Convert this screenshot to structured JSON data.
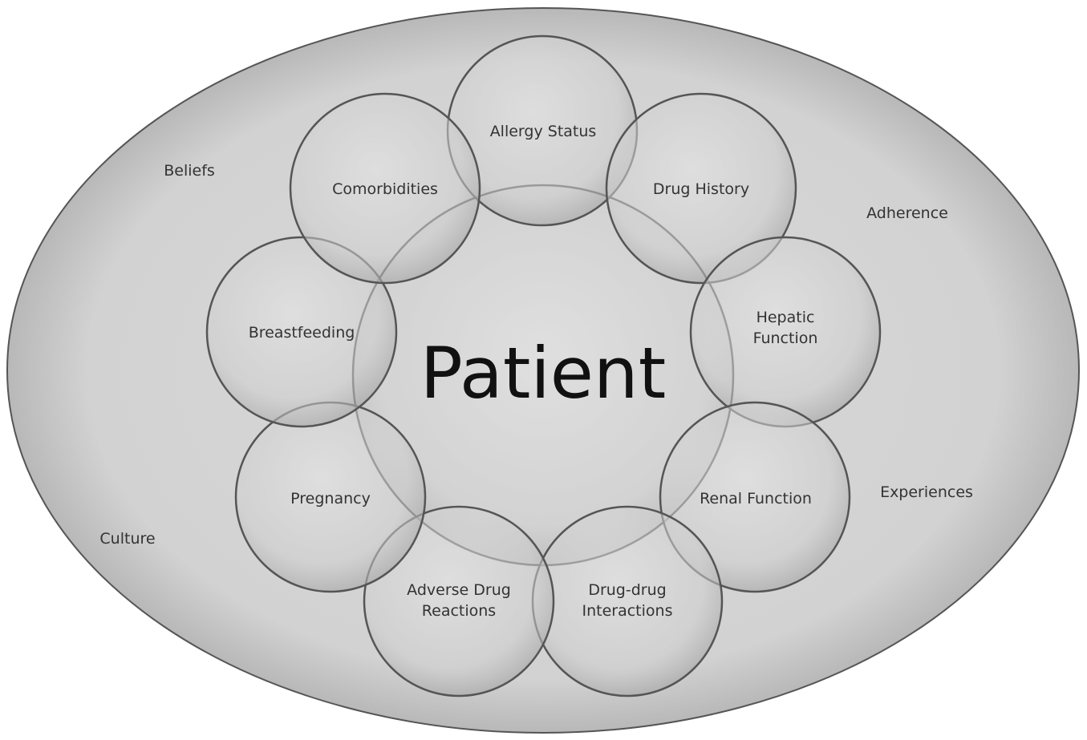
{
  "center": {
    "label": "Patient"
  },
  "factors": [
    {
      "key": "allergy",
      "lines": [
        "Allergy Status"
      ]
    },
    {
      "key": "drug-history",
      "lines": [
        "Drug History"
      ]
    },
    {
      "key": "hepatic",
      "lines": [
        "Hepatic",
        "Function"
      ]
    },
    {
      "key": "renal",
      "lines": [
        "Renal Function"
      ]
    },
    {
      "key": "ddi",
      "lines": [
        "Drug-drug",
        "Interactions"
      ]
    },
    {
      "key": "adr",
      "lines": [
        "Adverse Drug",
        "Reactions"
      ]
    },
    {
      "key": "pregnancy",
      "lines": [
        "Pregnancy"
      ]
    },
    {
      "key": "breastfeeding",
      "lines": [
        "Breastfeeding"
      ]
    },
    {
      "key": "comorbidities",
      "lines": [
        "Comorbidities"
      ]
    }
  ],
  "outer_factors": [
    {
      "key": "beliefs",
      "label": "Beliefs"
    },
    {
      "key": "adherence",
      "label": "Adherence"
    },
    {
      "key": "experiences",
      "label": "Experiences"
    },
    {
      "key": "culture",
      "label": "Culture"
    }
  ]
}
